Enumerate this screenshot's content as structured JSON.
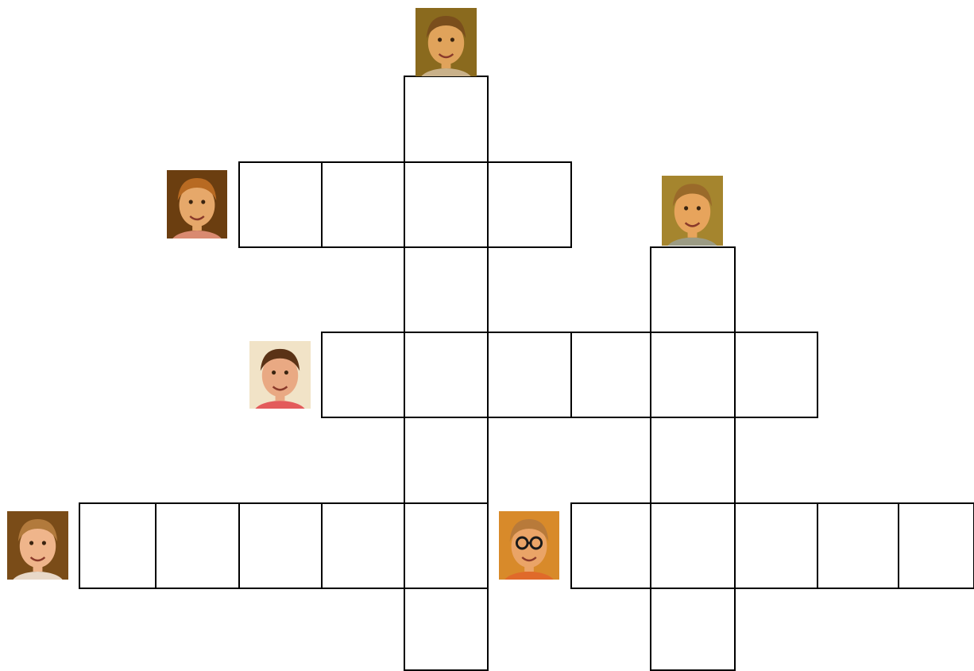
{
  "puzzle": {
    "type": "picture-crossword",
    "grid_colors": {
      "line": "#000000",
      "cell_fill": "#ffffff"
    },
    "clues": [
      {
        "id": "clue-1",
        "icon": "child-photo-boy",
        "direction": "down",
        "answer_length": 7,
        "photo": {
          "background": "#8a6a1e",
          "skin": "#e0a35b",
          "hair": "#7a4e1c",
          "shirt": "#c9b18a",
          "glasses": false
        }
      },
      {
        "id": "clue-2",
        "icon": "child-photo-girl",
        "direction": "across",
        "answer_length": 4,
        "photo": {
          "background": "#6b3e10",
          "skin": "#e6a86a",
          "hair": "#b86a22",
          "shirt": "#d98a70",
          "glasses": false
        }
      },
      {
        "id": "clue-3",
        "icon": "child-photo-boy",
        "direction": "down",
        "answer_length": 5,
        "photo": {
          "background": "#a5852e",
          "skin": "#e7a45c",
          "hair": "#9a6a2a",
          "shirt": "#9b9b84",
          "glasses": false
        }
      },
      {
        "id": "clue-4",
        "icon": "child-photo-girl",
        "direction": "across",
        "answer_length": 6,
        "photo": {
          "background": "#f1e3c7",
          "skin": "#e9a983",
          "hair": "#5a3216",
          "shirt": "#e35b5b",
          "glasses": false
        }
      },
      {
        "id": "clue-5",
        "icon": "child-photo-girl",
        "direction": "across",
        "answer_length": 5,
        "photo": {
          "background": "#7a4c18",
          "skin": "#efb58b",
          "hair": "#b27a3c",
          "shirt": "#e8d8c8",
          "glasses": false
        }
      },
      {
        "id": "clue-6",
        "icon": "child-photo-boy-with-glasses",
        "direction": "across",
        "answer_length": 5,
        "photo": {
          "background": "#d88a2a",
          "skin": "#eaa467",
          "hair": "#b87a3a",
          "shirt": "#e06a2a",
          "glasses": true
        }
      }
    ]
  }
}
